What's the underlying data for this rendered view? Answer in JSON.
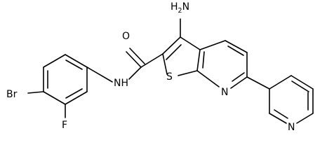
{
  "molecule": {
    "atom_labels": {
      "amine_N": "N",
      "amine_H": "H",
      "amine_H_count": "2",
      "carbonyl_O": "O",
      "amide_NH": "NH",
      "thiophene_S": "S",
      "pyridine_N": "N",
      "pyridyl_N": "N",
      "bromine": "Br",
      "fluorine": "F"
    }
  }
}
